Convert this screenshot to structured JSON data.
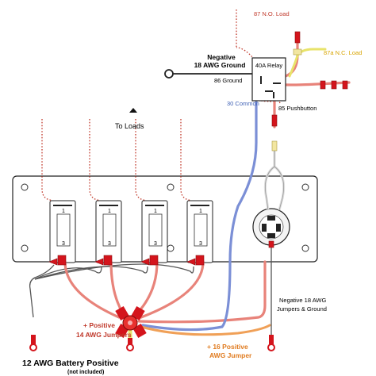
{
  "labels": {
    "n87": "87 N.O. Load",
    "n87a": "87a N.C. Load",
    "relay": "40A Relay",
    "neg_ground_line1": "Negative",
    "neg_ground_line2": "18 AWG Ground",
    "ground86": "86 Ground",
    "common30": "30 Common",
    "pushbutton85": "85 Pushbutton",
    "to_loads": "To Loads",
    "neg18_line1": "Negative 18 AWG",
    "neg18_line2": "Jumpers & Ground",
    "pos14_line1": "+ Positive",
    "pos14_line2": "14 AWG Jumpers",
    "pos16_line1": "+ 16 Positive",
    "pos16_line2": "AWG Jumper",
    "battery_line1": "12 AWG Battery Positive",
    "battery_line2": "(not included)"
  },
  "switch_pins": {
    "top": "1",
    "bottom": "3"
  },
  "colors": {
    "red_wire": "#e8837a",
    "red_connector": "#d4141c",
    "blue_wire": "#7b8fd6",
    "orange_wire": "#f0a057",
    "yellow_wire": "#e8e36a",
    "load_dotted": "#c0392b",
    "pos_label": "#c0392b",
    "blue_label": "#3d5fb4",
    "orange_label": "#e07b1f",
    "yellow_label": "#d8a400"
  }
}
